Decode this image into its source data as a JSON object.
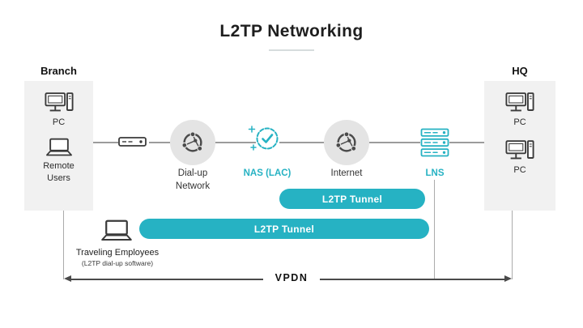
{
  "title": "L2TP Networking",
  "branch": {
    "label": "Branch",
    "pc_label": "PC",
    "remote_label": "Remote Users"
  },
  "hq": {
    "label": "HQ",
    "pc1_label": "PC",
    "pc2_label": "PC"
  },
  "nodes": {
    "dialup_label": "Dial-up Network",
    "nas_label": "NAS (LAC)",
    "internet_label": "Internet",
    "lns_label": "LNS"
  },
  "tunnels": {
    "upper": "L2TP Tunnel",
    "lower": "L2TP Tunnel"
  },
  "traveling": {
    "label": "Traveling Employees",
    "sublabel": "(L2TP dial-up software)"
  },
  "vpdn": {
    "label": "VPDN"
  },
  "icons": {
    "desktop_pc": "desktop-pc-icon",
    "laptop": "laptop-icon",
    "modem": "modem-icon",
    "globe_network": "globe-network-icon",
    "nas_badge": "check-badge-icon",
    "lns_server": "server-stack-icon",
    "vpdn_arrows": "double-arrow-icon"
  },
  "colors": {
    "accent": "#26b2c3",
    "panel": "#f1f1f1",
    "node_circle": "#e4e4e4",
    "line": "#9b9b9b",
    "text_dark": "#1e1e1e"
  }
}
